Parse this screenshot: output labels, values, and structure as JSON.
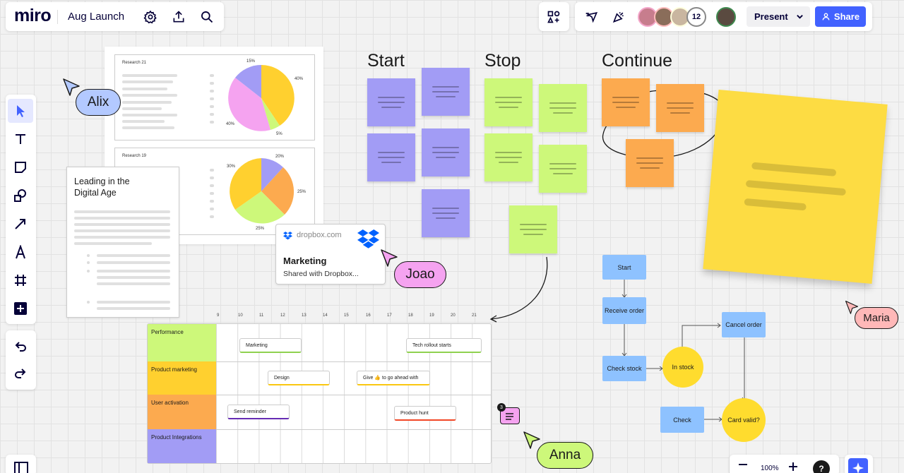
{
  "header": {
    "logo": "miro",
    "board_name": "Aug Launch",
    "collaborator_count": "12",
    "present_label": "Present",
    "share_label": "Share"
  },
  "retro": {
    "start_title": "Start",
    "stop_title": "Stop",
    "continue_title": "Continue"
  },
  "cursors": {
    "alix": "Alix",
    "joao": "Joao",
    "maria": "Maria",
    "anna": "Anna"
  },
  "research": {
    "card1_title": "Research 21",
    "card1_pct": [
      "15%",
      "40%",
      "40%",
      "5%"
    ],
    "card2_title": "Research 19",
    "card2_pct": [
      "30%",
      "20%",
      "25%",
      "25%"
    ]
  },
  "doc": {
    "title": "Leading in the Digital Age"
  },
  "dropbox": {
    "domain": "dropbox.com",
    "title": "Marketing",
    "subtitle": "Shared with Dropbox..."
  },
  "timeline": {
    "columns": [
      "9",
      "10",
      "11",
      "12",
      "13",
      "14",
      "15",
      "16",
      "17",
      "18",
      "19",
      "20",
      "21"
    ],
    "categories": [
      "Performance",
      "Product marketing",
      "User activation",
      "Product Integrations"
    ],
    "bars": {
      "marketing": "Marketing",
      "tech": "Tech rollout starts",
      "design": "Design",
      "give": "Give 👍 to go ahead with",
      "reminder": "Send reminder",
      "hunt": "Product hunt"
    },
    "comment_count": "3"
  },
  "flowchart": {
    "start": "Start",
    "receive": "Receive order",
    "check_stock": "Check stock",
    "in_stock": "In stock",
    "cancel": "Cancel order",
    "check": "Check",
    "card_valid": "Card valid?"
  },
  "zoom": {
    "level": "100%"
  },
  "colors": {
    "accent": "#4262ff",
    "violet_sticky": "#a29cf5",
    "lime_sticky": "#cdf87a",
    "orange_sticky": "#fcaa4f",
    "yellow_sticky": "#fddc43",
    "flow_blue": "#8ec2ff",
    "flow_yellow": "#ffdc2e"
  }
}
